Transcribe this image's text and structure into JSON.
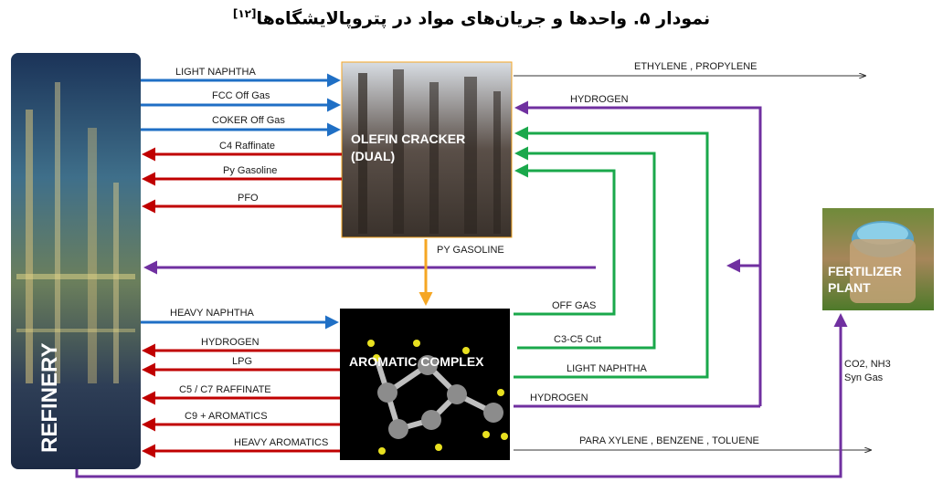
{
  "title": {
    "text": "نمودار ۵. واحدها و جریان‌های مواد در پتروپالایشگاه‌ها",
    "ref": "[۱۲]"
  },
  "units": {
    "refinery": "REFINERY",
    "olefin_line1": "OLEFIN CRACKER",
    "olefin_line2": "(DUAL)",
    "aromatic": "AROMATIC COMPLEX",
    "fertilizer_line1": "FERTILIZER",
    "fertilizer_line2": "PLANT"
  },
  "flows": {
    "light_naphtha_in": "LIGHT NAPHTHA",
    "fcc_off_gas": "FCC Off Gas",
    "coker_off_gas": "COKER Off Gas",
    "c4_raffinate": "C4 Raffinate",
    "py_gasoline_back": "Py Gasoline",
    "pfo": "PFO",
    "ethylene_propylene": "ETHYLENE , PROPYLENE",
    "hydrogen_top": "HYDROGEN",
    "py_gasoline_down": "PY   GASOLINE",
    "heavy_naphtha": "HEAVY NAPHTHA",
    "hydrogen_arom": "HYDROGEN",
    "lpg": "LPG",
    "c5c7_raffinate": "C5 / C7 RAFFINATE",
    "c9_aromatics": "C9 + AROMATICS",
    "heavy_aromatics": "HEAVY AROMATICS",
    "off_gas": "OFF GAS",
    "c3c5_cut": "C3-C5 Cut",
    "light_naphtha_arom": "LIGHT NAPHTHA",
    "hydrogen_bottom": "HYDROGEN",
    "paraxylene": "PARA XYLENE , BENZENE , TOLUENE",
    "co2_nh3": "CO2, NH3",
    "syn_gas": "Syn Gas"
  },
  "colors": {
    "blue": "#1f6fc5",
    "red": "#c00000",
    "green": "#1aa84b",
    "purple": "#7030a0",
    "orange": "#f5a623",
    "black": "#333333"
  }
}
